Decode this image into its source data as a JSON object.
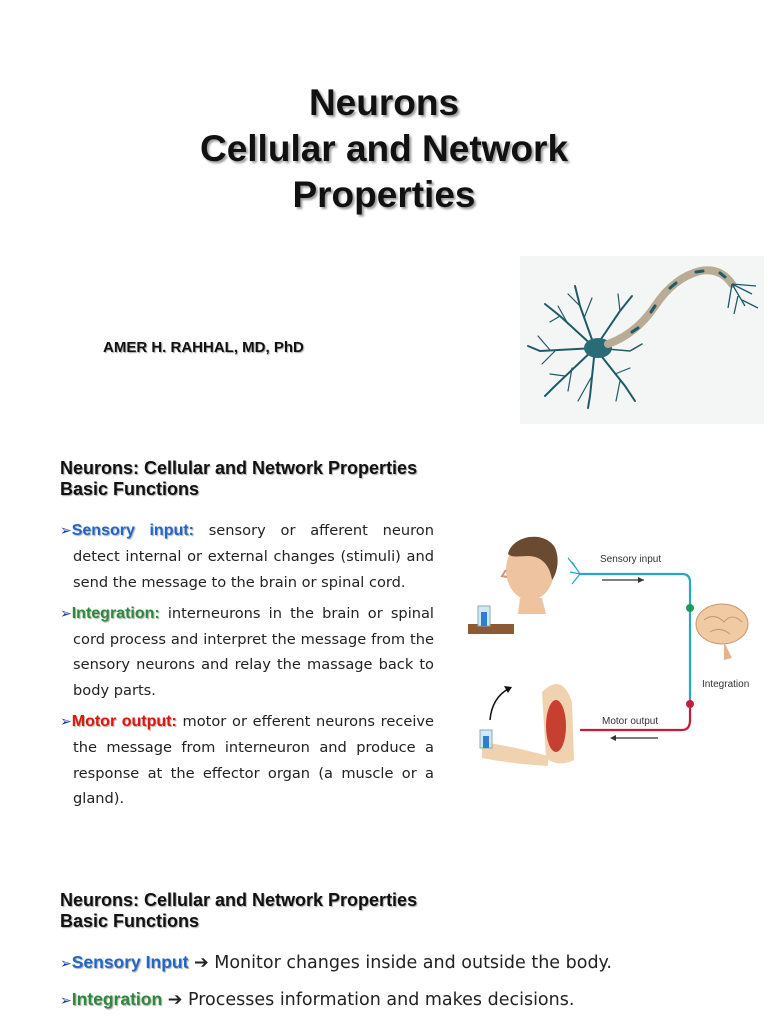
{
  "slide1": {
    "title_line1": "Neurons",
    "title_line2": "Cellular and Network",
    "title_line3": "Properties",
    "author": "AMER H. RAHHAL, MD, PhD"
  },
  "slide2": {
    "heading_line1": "Neurons: Cellular and Network Properties",
    "heading_line2": "Basic Functions",
    "bullets": [
      {
        "term": "Sensory input:",
        "text": " sensory or afferent neuron detect internal or external changes (stimuli) and send the message to the brain or spinal cord.",
        "color": "#2167c8"
      },
      {
        "term": "Integration:",
        "text": " interneurons in the brain or spinal cord process and interpret the message from the sensory neurons and relay the massage back to body parts.",
        "color": "#2d8a3c"
      },
      {
        "term": "Motor output:",
        "text": " motor or efferent neurons receive the message from interneuron and produce a response at the effector organ (a muscle or a gland).",
        "color": "#e0150c"
      }
    ],
    "diagram": {
      "sensory_label": "Sensory input",
      "integration_label": "Integration",
      "motor_label": "Motor output"
    }
  },
  "slide3": {
    "heading_line1": "Neurons: Cellular and Network Properties",
    "heading_line2": "Basic Functions",
    "items": [
      {
        "term": "Sensory Input",
        "text": "Monitor changes inside and outside the body.",
        "color": "#2167c8"
      },
      {
        "term": "Integration",
        "text": "Processes information and makes decisions.",
        "color": "#2d8a3c"
      }
    ]
  }
}
